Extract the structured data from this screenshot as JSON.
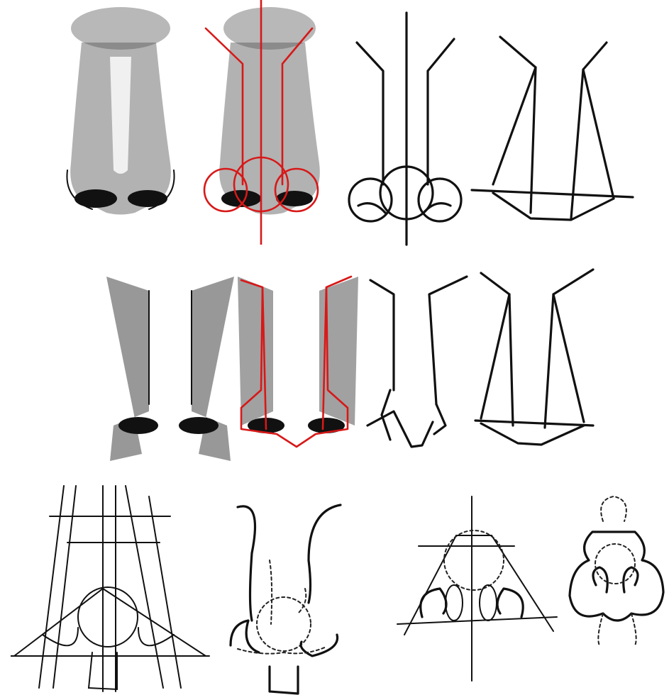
{
  "sheet": {
    "rows": [
      {
        "row": "top",
        "panels": [
          "stippled-nose",
          "stippled-nose-with-construction",
          "construction-circles",
          "construction-wedge"
        ]
      },
      {
        "row": "middle",
        "panels": [
          "hatched-nose",
          "hatched-nose-with-construction",
          "outline-construction",
          "outline-wedge"
        ]
      },
      {
        "row": "bottom",
        "panels": [
          "perspective-construction",
          "dashed-outline-nose",
          "nostril-triangle-construction",
          "nostril-outline"
        ]
      }
    ]
  },
  "colors": {
    "ink": "#111111",
    "construction_red": "#d81818",
    "background": "#ffffff"
  }
}
